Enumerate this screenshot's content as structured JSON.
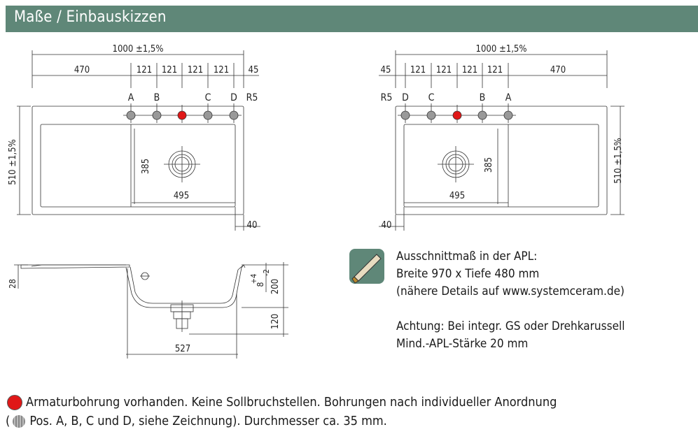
{
  "header": {
    "title": "Maße / Einbauskizzen"
  },
  "top_left": {
    "overall_width": "1000 ±1,5%",
    "segments": [
      "470",
      "121",
      "121",
      "121",
      "121",
      "45"
    ],
    "positions": [
      "A",
      "B",
      "C",
      "D"
    ],
    "radius": "R5",
    "depth": "510 ±1,5%",
    "bowl_depth": "385",
    "bowl_width": "495",
    "edge": "40"
  },
  "top_right": {
    "overall_width": "1000 ±1,5%",
    "segments": [
      "45",
      "121",
      "121",
      "121",
      "121",
      "470"
    ],
    "positions": [
      "D",
      "C",
      "B",
      "A"
    ],
    "radius": "R5",
    "depth": "510 ±1,5%",
    "bowl_depth": "385",
    "bowl_width": "495",
    "edge": "40"
  },
  "section": {
    "rim": "28",
    "tolerance_upper": "+4",
    "tolerance_base": "8",
    "tolerance_lower": "-2",
    "height": "200",
    "drain": "120",
    "width": "527"
  },
  "info": {
    "line1": "Ausschnittmaß in der APL:",
    "line2": "Breite 970 x Tiefe 480 mm",
    "line3": "(nähere Details auf www.systemceram.de)",
    "line4": "Achtung: Bei integr. GS oder Drehkarussell",
    "line5": "Mind.-APL-Stärke 20 mm"
  },
  "legend": {
    "line1": "Armaturbohrung vorhanden. Keine Sollbruchstellen. Bohrungen nach individueller Anordnung",
    "line2_open": "(",
    "line2": "Pos. A, B, C und D, siehe Zeichnung). Durchmesser ca. 35 mm."
  },
  "colors": {
    "header": "#5f8778",
    "hole_active": "#e01818",
    "hole_optional": "#999999"
  },
  "icons": [
    "saw-icon",
    "red-dot-icon",
    "grey-dot-icon"
  ]
}
